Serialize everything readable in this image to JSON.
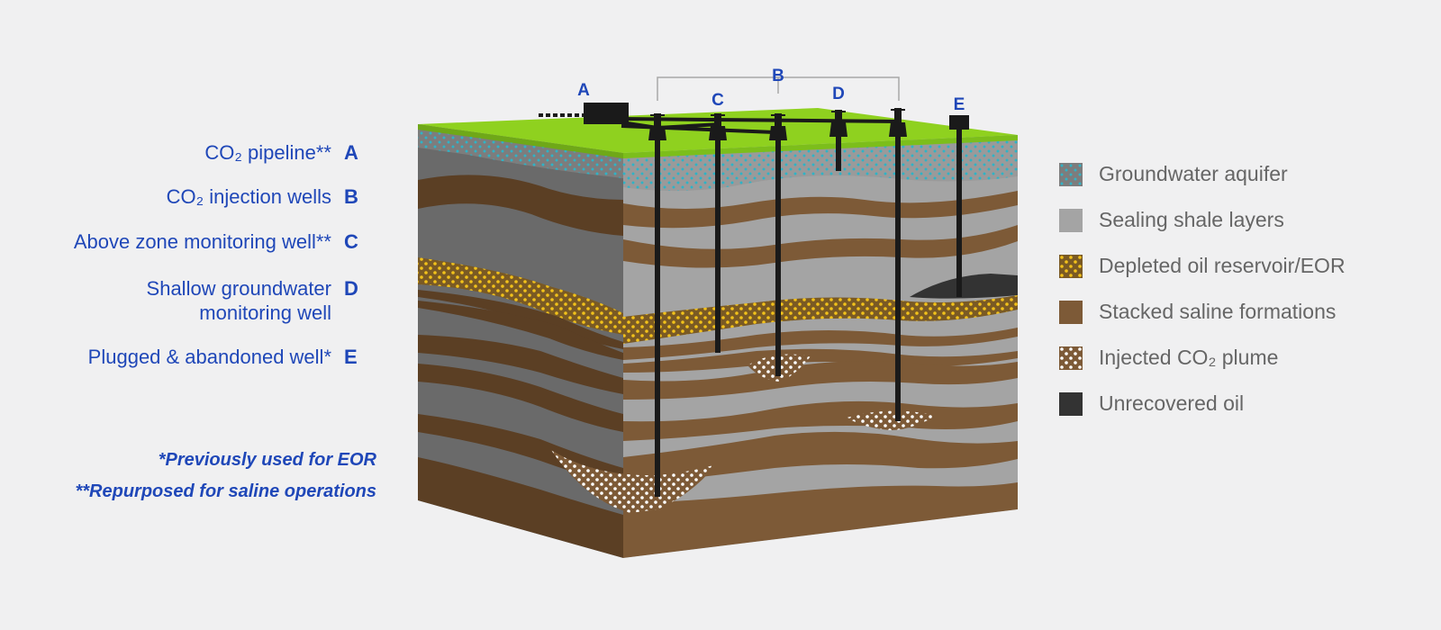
{
  "key": {
    "items": [
      {
        "label": "CO₂ pipeline**",
        "letter": "A"
      },
      {
        "label": "CO₂ injection wells",
        "letter": "B"
      },
      {
        "label": "Above zone monitoring well**",
        "letter": "C"
      },
      {
        "label_line1": "Shallow groundwater",
        "label_line2": "monitoring well",
        "letter": "D"
      },
      {
        "label": "Plugged & abandoned well*",
        "letter": "E"
      }
    ],
    "notes": [
      "*Previously used for EOR",
      "**Repurposed for saline operations"
    ]
  },
  "diagram_labels": {
    "a": "A",
    "b": "B",
    "c": "C",
    "d": "D",
    "e": "E"
  },
  "legend": [
    {
      "label": "Groundwater aquifer",
      "pattern": "aquifer"
    },
    {
      "label": "Sealing shale layers",
      "pattern": "shale"
    },
    {
      "label": "Depleted oil reservoir/EOR",
      "pattern": "oil-reservoir"
    },
    {
      "label": "Stacked saline formations",
      "pattern": "saline"
    },
    {
      "label": "Injected CO₂ plume",
      "pattern": "plume"
    },
    {
      "label": "Unrecovered oil",
      "pattern": "unrecovered-oil"
    }
  ],
  "colors": {
    "text_blue": "#1f47b8",
    "grass": "#8fd11f",
    "shale": "#a4a4a4",
    "saline": "#7d5a37",
    "oil_dots": "#f2c21a",
    "aquifer_dots": "#2fb3c6",
    "unrecovered_oil": "#333333",
    "well": "#1a1a1a"
  }
}
